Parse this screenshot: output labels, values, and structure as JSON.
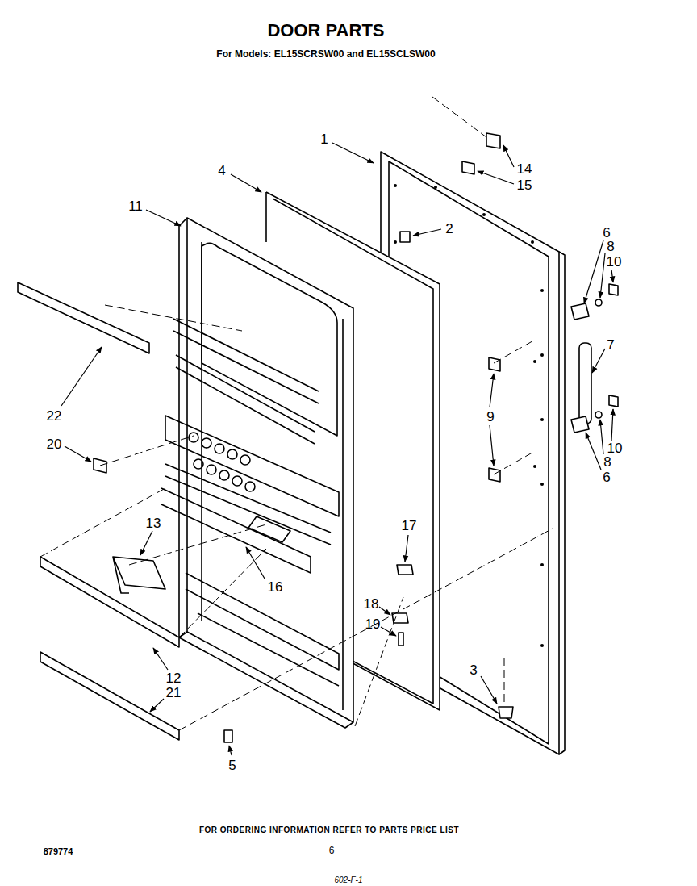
{
  "diagram": {
    "title": "DOOR PARTS",
    "caption": "FOR ORDERING INFORMATION REFER TO PARTS PRICE LIST",
    "labels": [
      "For Models: EL15SCRSW00 and EL15SCLSW00",
      "1",
      "4",
      "11",
      "14",
      "15",
      "2",
      "6",
      "8",
      "10",
      "7",
      "9",
      "10",
      "8",
      "6",
      "22",
      "20",
      "13",
      "17",
      "16",
      "18",
      "19",
      "12",
      "21",
      "3",
      "5",
      "879774",
      "6",
      "602-F-1"
    ]
  }
}
